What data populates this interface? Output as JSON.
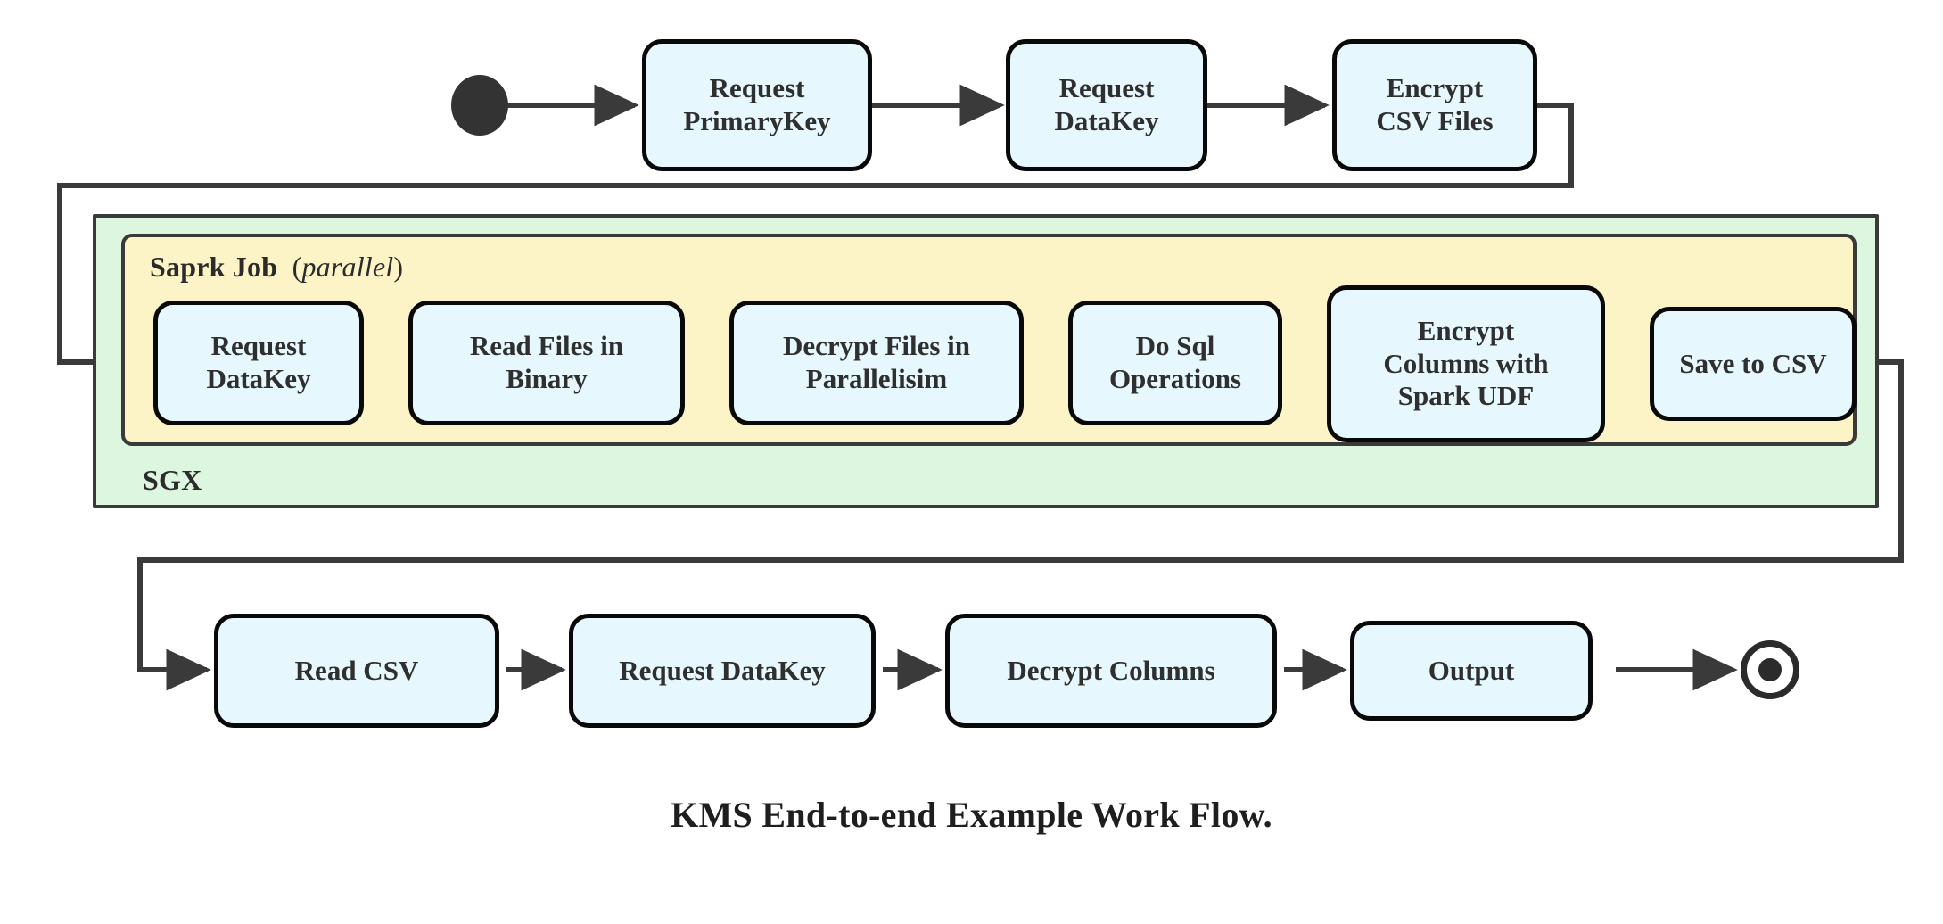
{
  "figure": {
    "caption": "KMS End-to-end Example Work Flow.",
    "type": "activity-workflow-diagram"
  },
  "colors": {
    "node_fill": "#e6f8fd",
    "node_stroke": "#090909",
    "sgx_fill": "#ddf6e0",
    "spark_fill": "#fcf3c6",
    "container_stroke": "#3a3a3a",
    "wire": "#3a3a3a",
    "text": "#2f2f2f"
  },
  "markers": {
    "start_label": "start-node",
    "end_label": "end-node"
  },
  "groups": {
    "sgx": {
      "label": "SGX"
    },
    "spark": {
      "label_bold": "Saprk Job",
      "label_paren_open": "(",
      "label_italic": "parallel",
      "label_paren_close": ")"
    }
  },
  "rows": {
    "top": [
      {
        "id": "request-primarykey",
        "lines": [
          "Request",
          "PrimaryKey"
        ]
      },
      {
        "id": "request-datakey-top",
        "lines": [
          "Request",
          "DataKey"
        ]
      },
      {
        "id": "encrypt-csv-files",
        "lines": [
          "Encrypt",
          "CSV Files"
        ]
      }
    ],
    "spark": [
      {
        "id": "request-datakey-spark",
        "lines": [
          "Request",
          "DataKey"
        ]
      },
      {
        "id": "read-files-in-binary",
        "lines": [
          "Read Files in",
          "Binary"
        ]
      },
      {
        "id": "decrypt-files-in-parallelisim",
        "lines": [
          "Decrypt Files in",
          "Parallelisim"
        ]
      },
      {
        "id": "do-sql-operations",
        "lines": [
          "Do Sql",
          "Operations"
        ]
      },
      {
        "id": "encrypt-columns-with-spark-udf",
        "lines": [
          "Encrypt",
          "Columns with",
          "Spark UDF"
        ]
      },
      {
        "id": "save-to-csv",
        "lines": [
          "Save to CSV"
        ]
      }
    ],
    "bottom": [
      {
        "id": "read-csv",
        "lines": [
          "Read CSV"
        ]
      },
      {
        "id": "request-datakey-bottom",
        "lines": [
          "Request DataKey"
        ]
      },
      {
        "id": "decrypt-columns",
        "lines": [
          "Decrypt Columns"
        ]
      },
      {
        "id": "output",
        "lines": [
          "Output"
        ]
      }
    ]
  },
  "chart_data": {
    "type": "flowchart",
    "title": "KMS End-to-end Example Work Flow.",
    "nodes": [
      {
        "id": "start",
        "label": "",
        "kind": "start"
      },
      {
        "id": "request-primarykey",
        "label": "Request PrimaryKey",
        "kind": "activity"
      },
      {
        "id": "request-datakey-top",
        "label": "Request DataKey",
        "kind": "activity"
      },
      {
        "id": "encrypt-csv-files",
        "label": "Encrypt CSV Files",
        "kind": "activity"
      },
      {
        "id": "request-datakey-spark",
        "label": "Request DataKey",
        "kind": "activity",
        "group": "Saprk Job (parallel)"
      },
      {
        "id": "read-files-in-binary",
        "label": "Read Files in Binary",
        "kind": "activity",
        "group": "Saprk Job (parallel)"
      },
      {
        "id": "decrypt-files-in-parallelisim",
        "label": "Decrypt Files in Parallelisim",
        "kind": "activity",
        "group": "Saprk Job (parallel)"
      },
      {
        "id": "do-sql-operations",
        "label": "Do Sql Operations",
        "kind": "activity",
        "group": "Saprk Job (parallel)"
      },
      {
        "id": "encrypt-columns-with-spark-udf",
        "label": "Encrypt Columns with Spark UDF",
        "kind": "activity",
        "group": "Saprk Job (parallel)"
      },
      {
        "id": "save-to-csv",
        "label": "Save to CSV",
        "kind": "activity",
        "group": "Saprk Job (parallel)"
      },
      {
        "id": "read-csv",
        "label": "Read CSV",
        "kind": "activity"
      },
      {
        "id": "request-datakey-bottom",
        "label": "Request DataKey",
        "kind": "activity"
      },
      {
        "id": "decrypt-columns",
        "label": "Decrypt Columns",
        "kind": "activity"
      },
      {
        "id": "output",
        "label": "Output",
        "kind": "activity"
      },
      {
        "id": "end",
        "label": "",
        "kind": "end"
      }
    ],
    "edges": [
      [
        "start",
        "request-primarykey"
      ],
      [
        "request-primarykey",
        "request-datakey-top"
      ],
      [
        "request-datakey-top",
        "encrypt-csv-files"
      ],
      [
        "encrypt-csv-files",
        "request-datakey-spark"
      ],
      [
        "request-datakey-spark",
        "read-files-in-binary"
      ],
      [
        "read-files-in-binary",
        "decrypt-files-in-parallelisim"
      ],
      [
        "decrypt-files-in-parallelisim",
        "do-sql-operations"
      ],
      [
        "do-sql-operations",
        "encrypt-columns-with-spark-udf"
      ],
      [
        "encrypt-columns-with-spark-udf",
        "save-to-csv"
      ],
      [
        "save-to-csv",
        "read-csv"
      ],
      [
        "read-csv",
        "request-datakey-bottom"
      ],
      [
        "request-datakey-bottom",
        "decrypt-columns"
      ],
      [
        "decrypt-columns",
        "output"
      ],
      [
        "output",
        "end"
      ]
    ],
    "containers": [
      {
        "id": "sgx",
        "label": "SGX",
        "contains": [
          "spark"
        ]
      },
      {
        "id": "spark",
        "label": "Saprk Job (parallel)",
        "contains": [
          "request-datakey-spark",
          "read-files-in-binary",
          "decrypt-files-in-parallelisim",
          "do-sql-operations",
          "encrypt-columns-with-spark-udf",
          "save-to-csv"
        ]
      }
    ]
  }
}
